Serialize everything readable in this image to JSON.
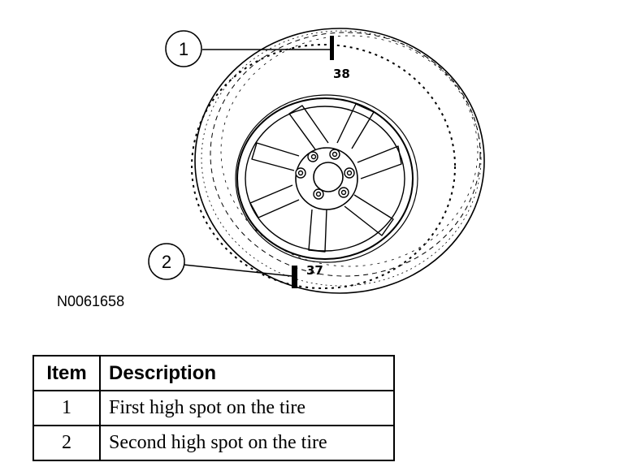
{
  "figure_id": "N0061658",
  "callouts": [
    "1",
    "2"
  ],
  "tire_marks": [
    "38",
    "37"
  ],
  "legend": {
    "headers": [
      "Item",
      "Description"
    ],
    "rows": [
      {
        "item": "1",
        "description": "First high spot on the tire"
      },
      {
        "item": "2",
        "description": "Second high spot on the tire"
      }
    ]
  }
}
